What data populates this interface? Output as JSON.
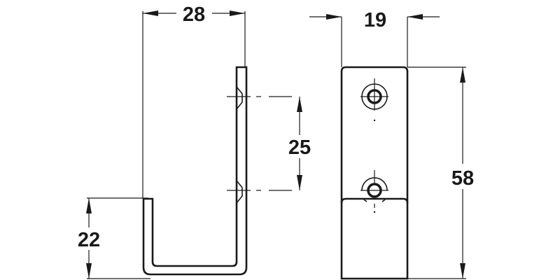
{
  "drawing": {
    "side_view": {
      "width_dim": "28",
      "hole_spacing_dim": "25",
      "short_leg_height_dim": "22"
    },
    "front_view": {
      "width_dim": "19",
      "height_dim": "58"
    }
  },
  "colors": {
    "line": "#1a1a1a",
    "background": "#ffffff"
  }
}
